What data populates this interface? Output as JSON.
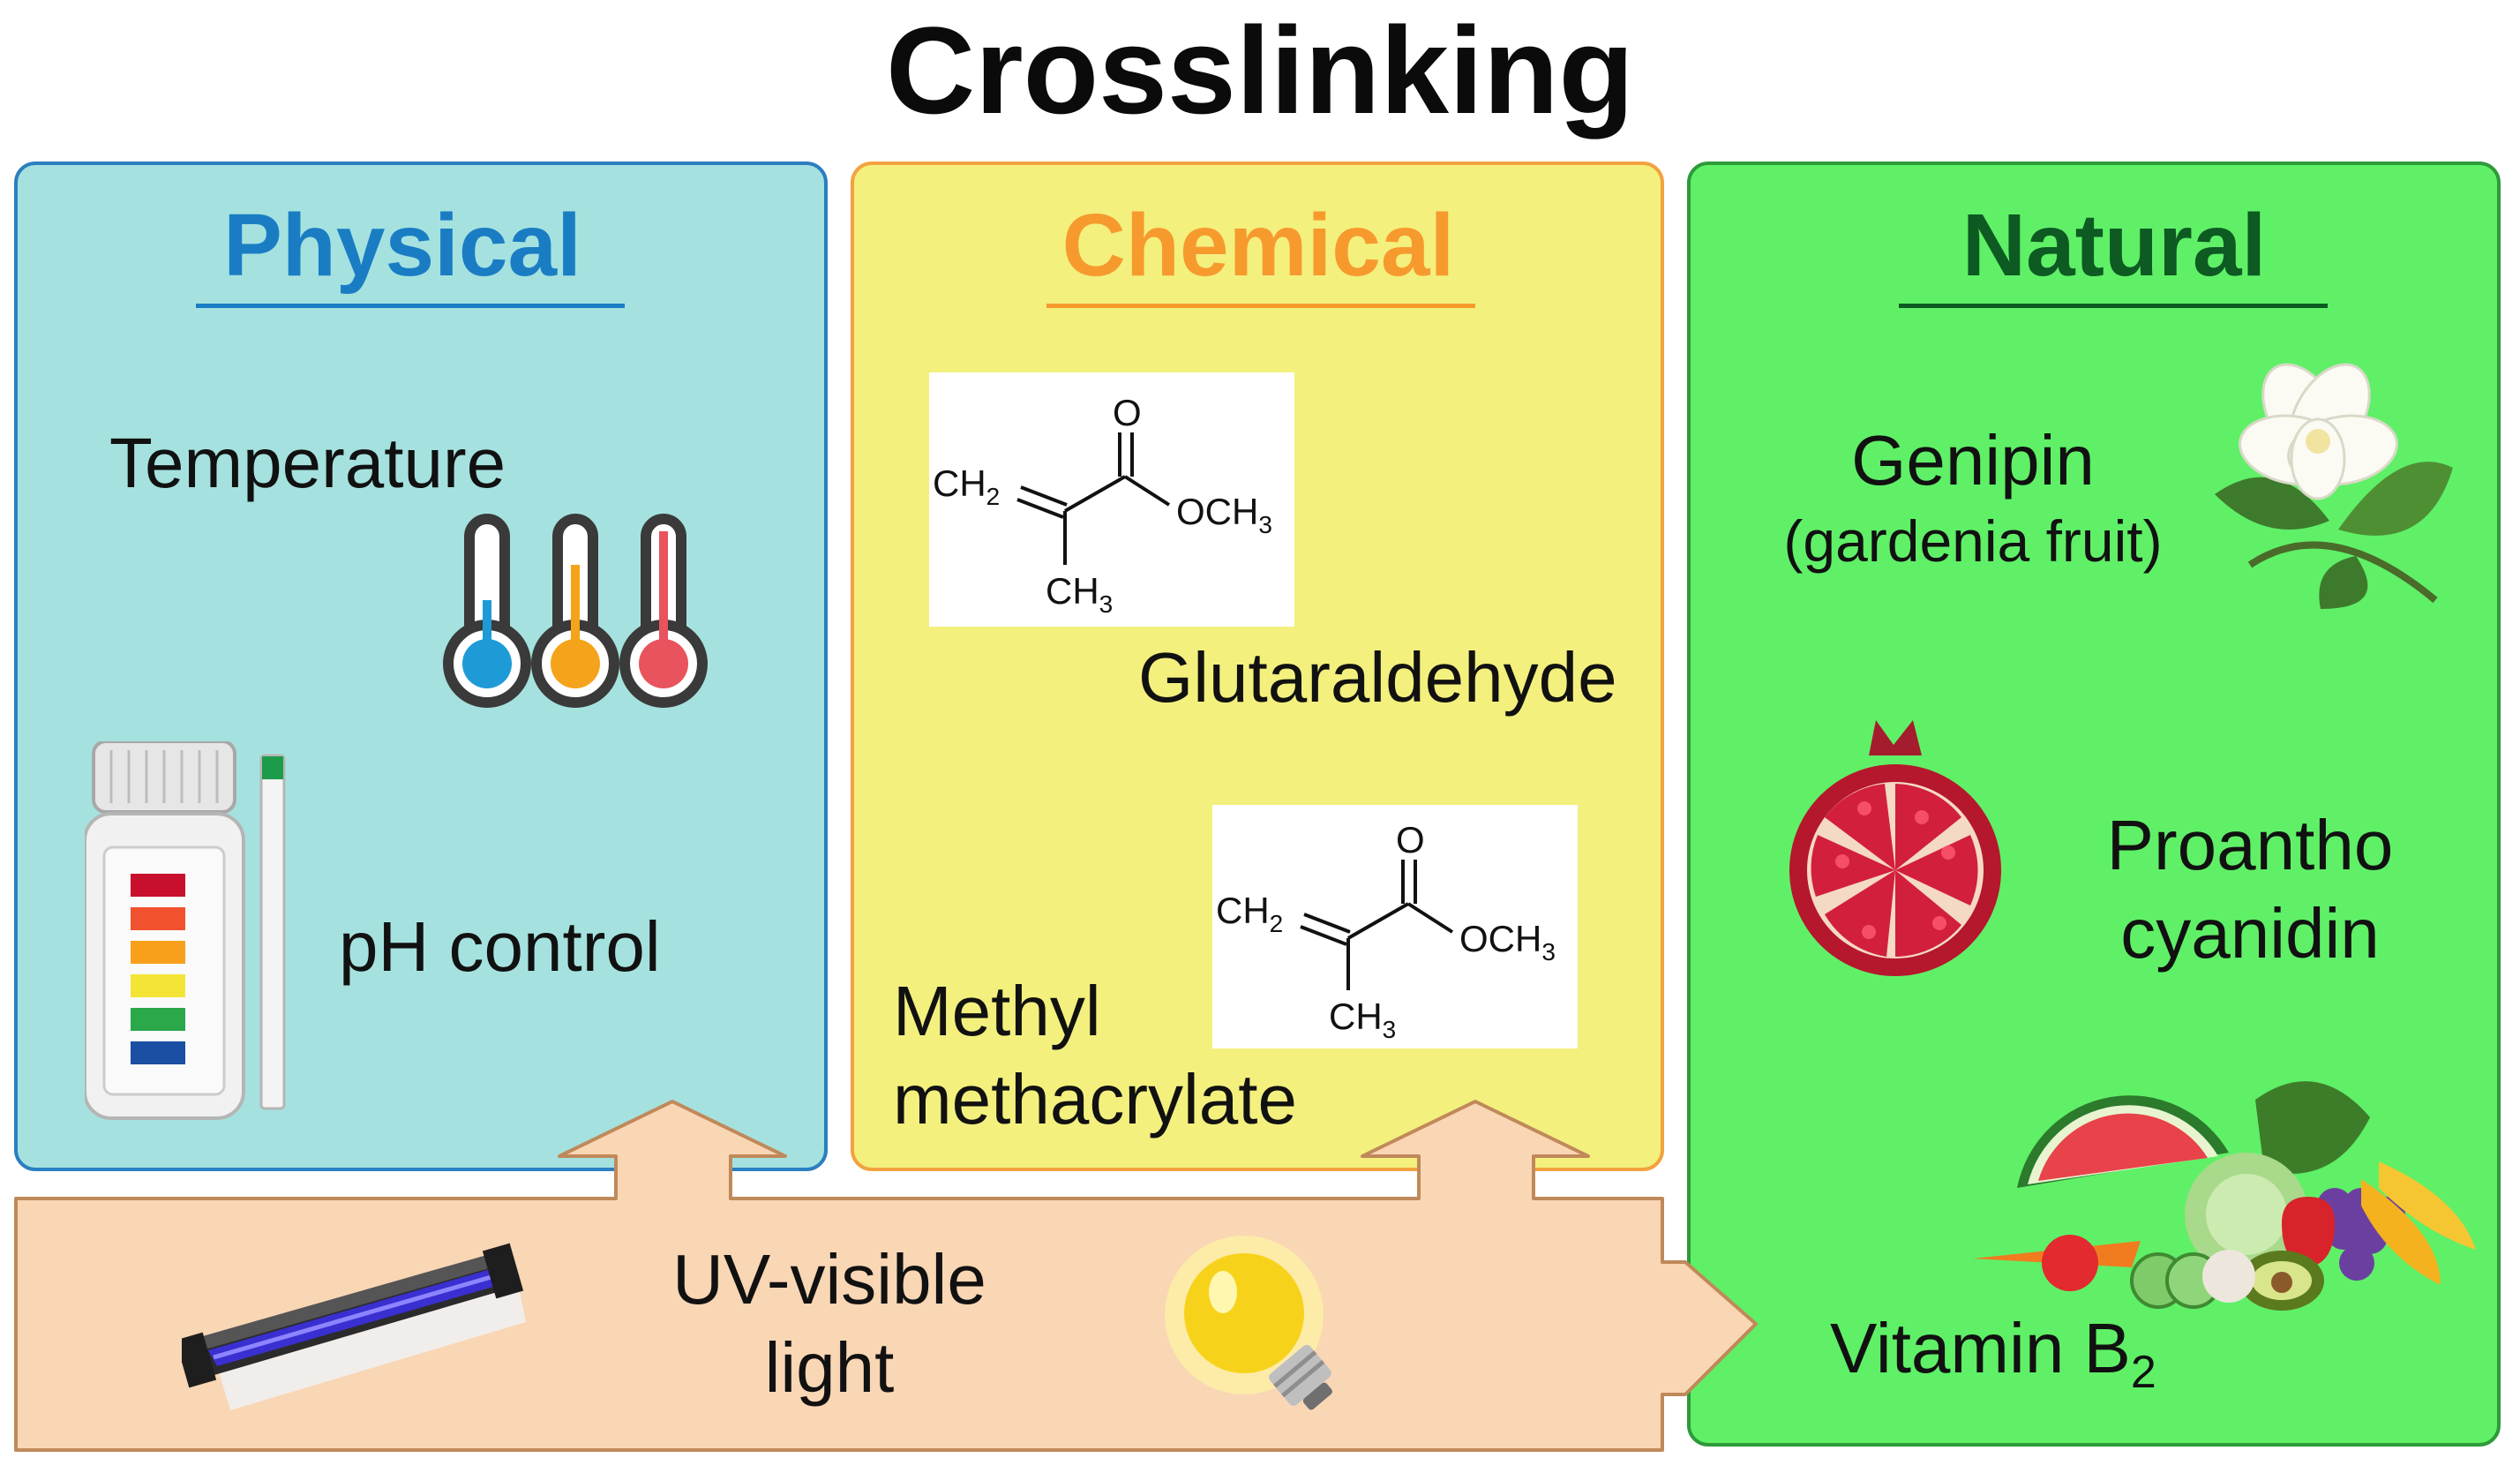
{
  "title": "Crosslinking",
  "panels": {
    "physical": {
      "heading": "Physical",
      "color": "#1a7dc4",
      "bg": "#a5e2df",
      "items": {
        "temperature": "Temperature",
        "ph": "pH control"
      }
    },
    "chemical": {
      "heading": "Chemical",
      "color": "#f79a2e",
      "bg": "#f3f07e",
      "items": {
        "glutaraldehyde": "Glutaraldehyde",
        "mma_line1": "Methyl",
        "mma_line2": "methacrylate"
      },
      "structure": {
        "ch2": "CH",
        "ch2_sub": "2",
        "o": "O",
        "och3": "OCH",
        "och3_sub": "3",
        "ch3": "CH",
        "ch3_sub": "3"
      }
    },
    "natural": {
      "heading": "Natural",
      "color": "#0d5a22",
      "bg": "#5ff067",
      "items": {
        "genipin": "Genipin",
        "genipin_source": "(gardenia fruit)",
        "proantho_line1": "Proantho",
        "proantho_line2": "cyanidin",
        "vitamin": "Vitamin B",
        "vitamin_sub": "2"
      }
    }
  },
  "uv": {
    "line1": "UV-visible",
    "line2": "light",
    "bg": "#f9d6b4"
  },
  "icons": [
    "thermometer-icon",
    "ph-strip-bottle-icon",
    "gardenia-flower-icon",
    "pomegranate-icon",
    "fruit-vegetable-pile-icon",
    "uv-lamp-icon",
    "light-bulb-icon"
  ]
}
